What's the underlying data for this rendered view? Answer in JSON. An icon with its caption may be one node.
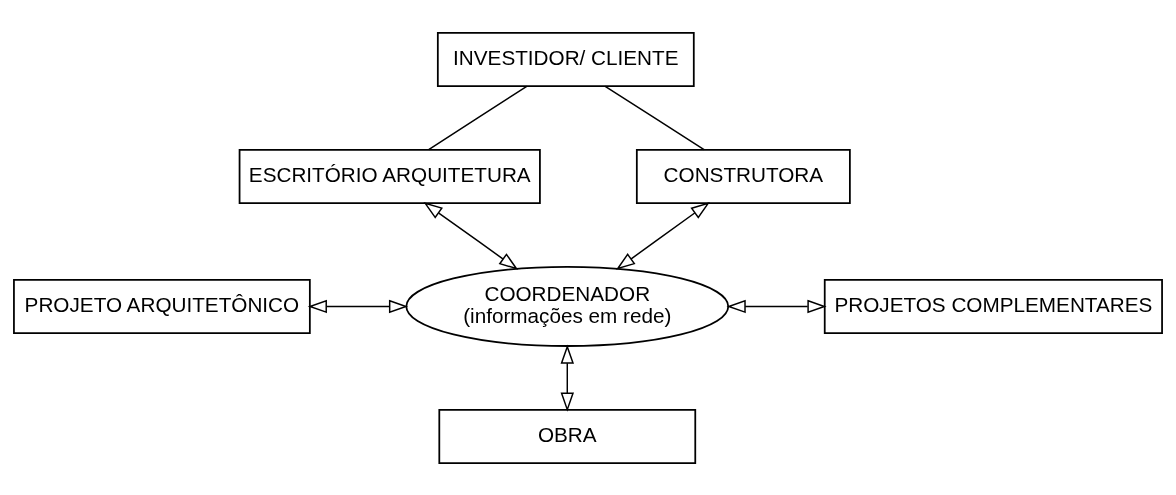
{
  "diagram": {
    "nodes": [
      {
        "text": [
          "INVESTIDOR/ CLIENTE"
        ]
      },
      {
        "text": [
          "ESCRITÓRIO ARQUITETURA"
        ]
      },
      {
        "text": [
          "CONSTRUTORA"
        ]
      },
      {
        "text": [
          "PROJETO ARQUITETÔNICO"
        ]
      },
      {
        "text": [
          "COORDENADOR",
          "(informações em rede)"
        ]
      },
      {
        "text": [
          "PROJETOS COMPLEMENTARES"
        ]
      },
      {
        "text": [
          "OBRA"
        ]
      }
    ],
    "edges": [
      {
        "from": 0,
        "to": 1,
        "arrow": "none"
      },
      {
        "from": 0,
        "to": 2,
        "arrow": "none"
      },
      {
        "from": 1,
        "to": 4,
        "arrow": "both"
      },
      {
        "from": 2,
        "to": 4,
        "arrow": "both"
      },
      {
        "from": 3,
        "to": 4,
        "arrow": "both"
      },
      {
        "from": 4,
        "to": 5,
        "arrow": "both"
      },
      {
        "from": 4,
        "to": 6,
        "arrow": "both"
      }
    ]
  }
}
